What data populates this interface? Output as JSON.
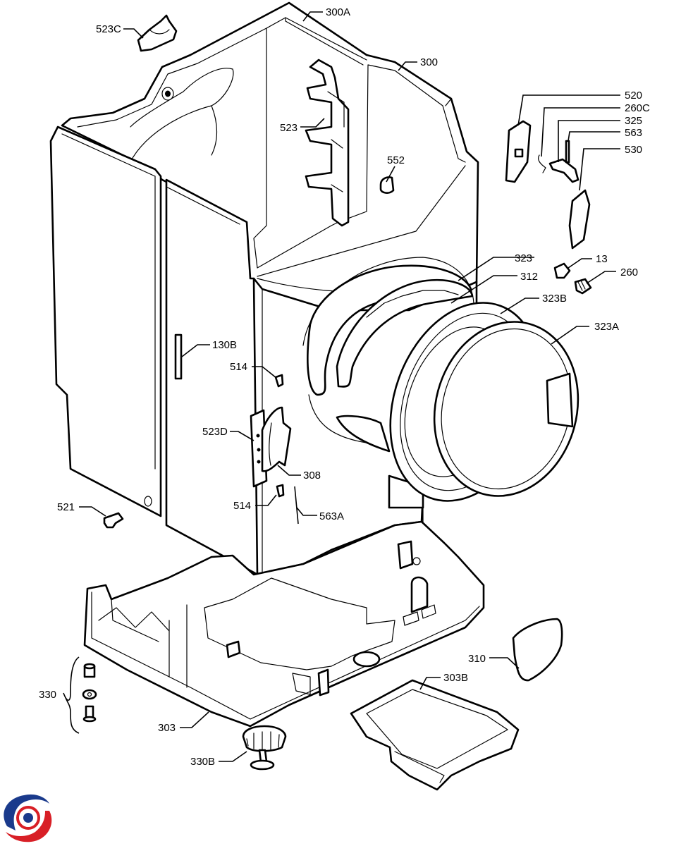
{
  "labels": {
    "l_523C": "523C",
    "l_300A": "300A",
    "l_300": "300",
    "l_523": "523",
    "l_552": "552",
    "l_520": "520",
    "l_260C": "260C",
    "l_325": "325",
    "l_563": "563",
    "l_530": "530",
    "l_323": "323",
    "l_312": "312",
    "l_13": "13",
    "l_260": "260",
    "l_323B": "323B",
    "l_323A": "323A",
    "l_130B": "130B",
    "l_514a": "514",
    "l_523D": "523D",
    "l_308": "308",
    "l_514b": "514",
    "l_563A": "563A",
    "l_521": "521",
    "l_310": "310",
    "l_303B": "303B",
    "l_330": "330",
    "l_303": "303",
    "l_330B": "330B"
  },
  "logo": {
    "colors": [
      "#1a3a8c",
      "#d81f26"
    ]
  }
}
